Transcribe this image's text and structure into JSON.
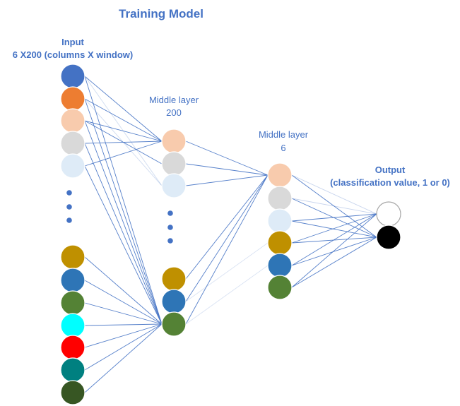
{
  "title": "Training Model",
  "input_layer": {
    "label": "Input",
    "sublabel": "6 X200 (columns X window)",
    "nodes_top": [
      "#4472c4",
      "#ed7d31",
      "#f8cbad",
      "#d9d9d9",
      "#deebf7"
    ],
    "nodes_bottom": [
      "#bf9000",
      "#2e75b6",
      "#548235",
      "#00ffff",
      "#ff0000",
      "#008080",
      "#375623"
    ]
  },
  "middle_layer_1": {
    "label": "Middle layer",
    "count": "200",
    "nodes_top": [
      "#f8cbad",
      "#d9d9d9",
      "#deebf7"
    ],
    "nodes_bottom": [
      "#bf9000",
      "#2e75b6",
      "#548235"
    ]
  },
  "middle_layer_2": {
    "label": "Middle layer",
    "count": "6",
    "nodes": [
      "#f8cbad",
      "#d9d9d9",
      "#deebf7",
      "#bf9000",
      "#2e75b6",
      "#548235"
    ]
  },
  "output_layer": {
    "label": "Output",
    "sublabel": "(classification value, 1 or 0)",
    "nodes": [
      "#ffffff",
      "#000000"
    ]
  },
  "colors": {
    "text": "#4472c4",
    "edge": "#4472c4",
    "node_stroke": "#a6a6a6",
    "ellipsis_dot": "#4472c4"
  }
}
